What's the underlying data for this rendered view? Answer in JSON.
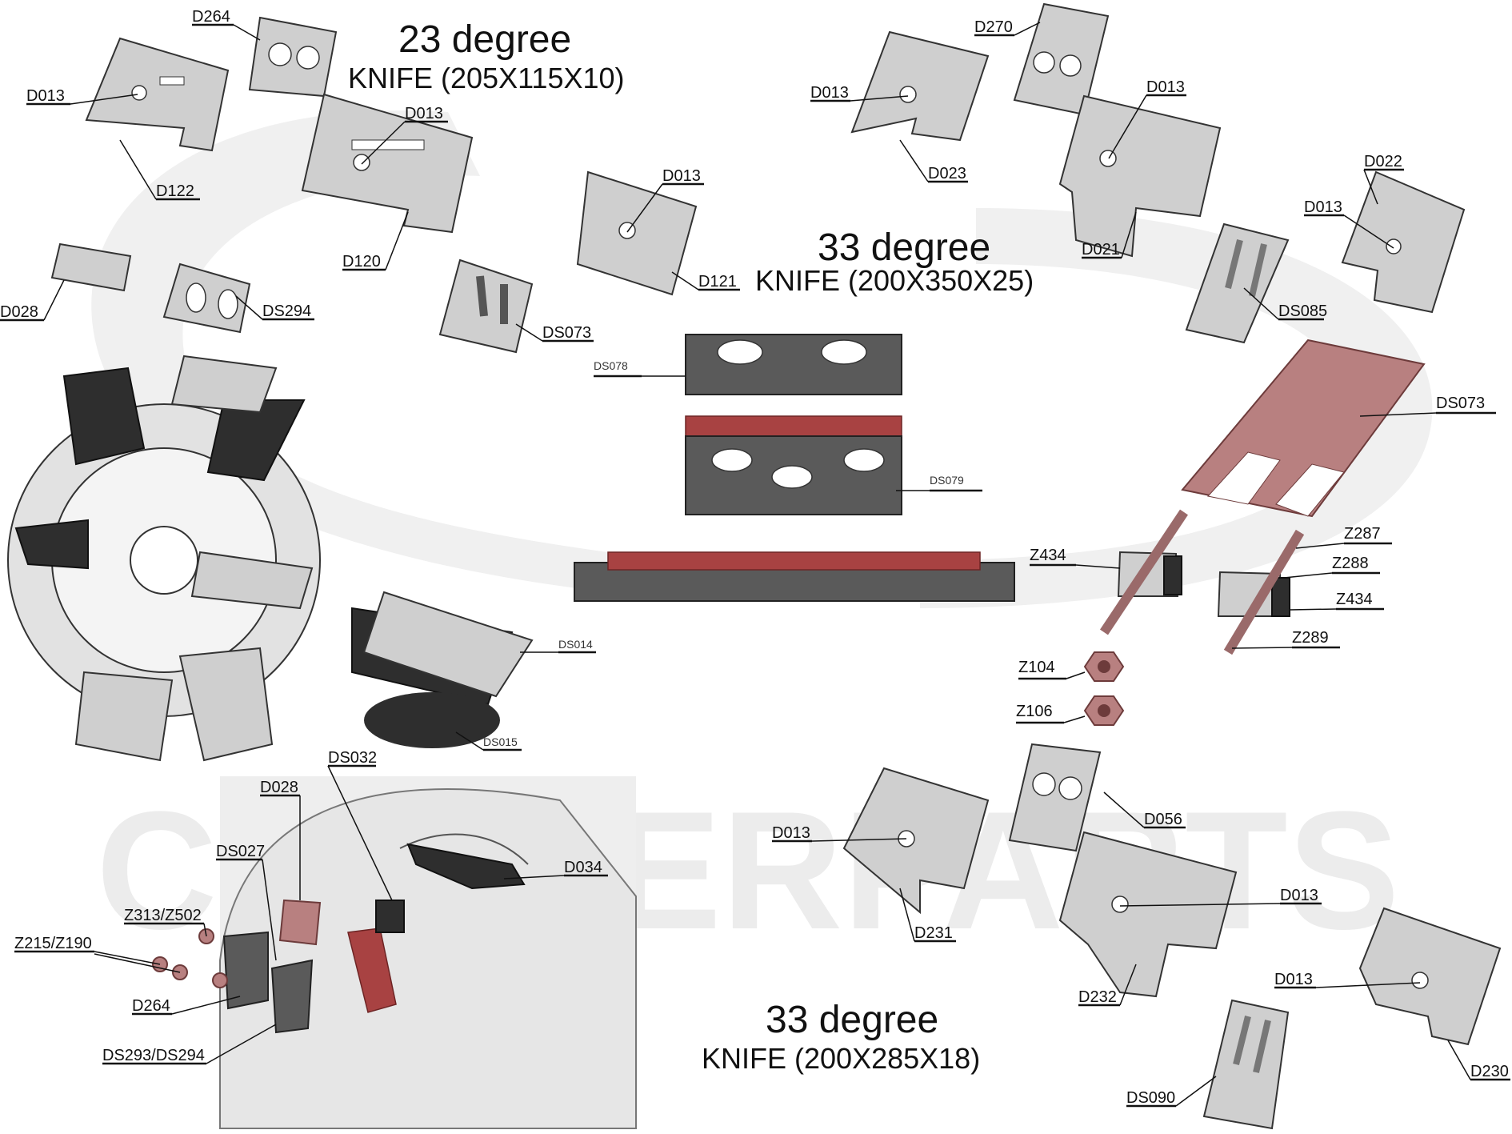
{
  "watermark": {
    "line1": "CHIPPERPARTS",
    "logo": "C-logo-watermark"
  },
  "titles": [
    {
      "degree": "23 degree",
      "knife": "KNIFE (205X115X10)"
    },
    {
      "degree": "33 degree",
      "knife": "KNIFE (200X350X25)"
    },
    {
      "degree": "33 degree",
      "knife": "KNIFE (200X285X18)"
    }
  ],
  "labels": {
    "d264_top": "D264",
    "d013_a": "D013",
    "d122": "D122",
    "d013_b": "D013",
    "d120": "D120",
    "d028_left": "D028",
    "ds294": "DS294",
    "ds073_left": "DS073",
    "d013_c": "D013",
    "d121": "D121",
    "d270": "D270",
    "d013_d": "D013",
    "d023": "D023",
    "d013_e": "D013",
    "d021": "D021",
    "d022": "D022",
    "d013_f": "D013",
    "ds085": "DS085",
    "ds078": "DS078",
    "ds079": "DS079",
    "ds073_right": "DS073",
    "z434_a": "Z434",
    "z287": "Z287",
    "z288": "Z288",
    "z434_b": "Z434",
    "z289": "Z289",
    "z104": "Z104",
    "z106": "Z106",
    "ds014": "DS014",
    "ds015": "DS015",
    "ds032": "DS032",
    "d028_bottom": "D028",
    "ds027": "DS027",
    "d034": "D034",
    "z313": "Z313/Z502",
    "z215": "Z215/Z190",
    "d264_bottom": "D264",
    "ds293": "DS293/DS294",
    "d013_g": "D013",
    "d056": "D056",
    "d231": "D231",
    "d013_h": "D013",
    "d232": "D232",
    "d013_i": "D013",
    "d230": "D230",
    "ds090": "DS090"
  },
  "colors": {
    "label": "#111111",
    "part_light": "#cfcfcf",
    "part_dark": "#2e2e2e",
    "knife_red": "#a84242",
    "knife_pink": "#b88080",
    "watermark": "#ececec"
  }
}
